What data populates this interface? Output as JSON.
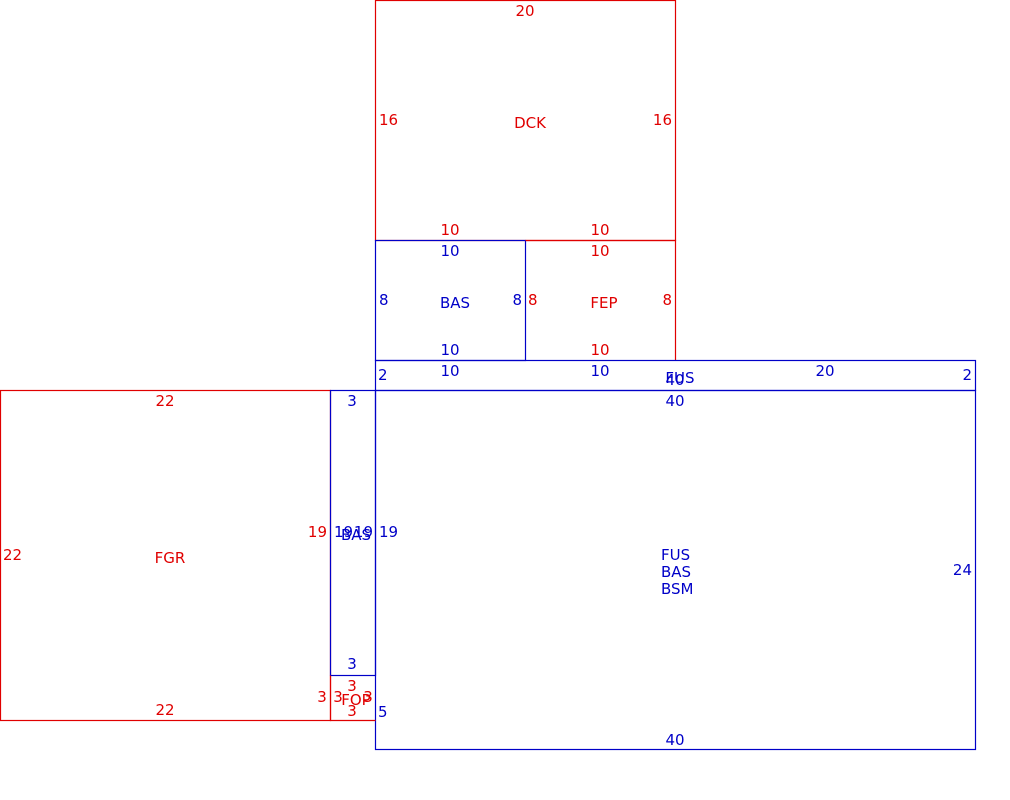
{
  "colors": {
    "red": "#e00000",
    "blue": "#0000c8"
  },
  "areas": {
    "dck": {
      "color": "red",
      "labels": [
        "DCK"
      ],
      "dims": {
        "top": "20",
        "left": "16",
        "right": "16",
        "bottom_left": "10",
        "bottom_right": "10"
      }
    },
    "bas_upper": {
      "color": "blue",
      "labels": [
        "BAS"
      ],
      "dims": {
        "top": "10",
        "left": "8",
        "right": "8",
        "bottom": "10"
      }
    },
    "fep": {
      "color": "red",
      "labels": [
        "FEP"
      ],
      "dims": {
        "top": "10",
        "left": "8",
        "right": "8",
        "bottom": "10"
      }
    },
    "fus_strip": {
      "color": "blue",
      "labels": [
        "FUS"
      ],
      "dims": {
        "top_left": "10",
        "top_mid": "10",
        "top_right": "20",
        "left": "2",
        "right": "2",
        "bottom": "40",
        "top_total": "40"
      }
    },
    "main": {
      "color": "blue",
      "labels": [
        "FUS",
        "BAS",
        "BSM"
      ],
      "dims": {
        "top": "40",
        "left_upper": "19",
        "left_lower": "5",
        "right": "24",
        "bottom": "40"
      }
    },
    "fgr": {
      "color": "red",
      "labels": [
        "FGR"
      ],
      "dims": {
        "top": "22",
        "left": "22",
        "right": "19",
        "bottom": "22"
      }
    },
    "bas_narrow": {
      "color": "blue",
      "labels": [
        "BAS"
      ],
      "dims": {
        "top": "3",
        "left": "19",
        "right": "19",
        "bottom": "3"
      }
    },
    "fop": {
      "color": "red",
      "labels": [
        "FOP"
      ],
      "dims": {
        "top": "3",
        "left_outer": "3",
        "left_inner": "3",
        "right": "3",
        "bottom": "3"
      }
    }
  }
}
